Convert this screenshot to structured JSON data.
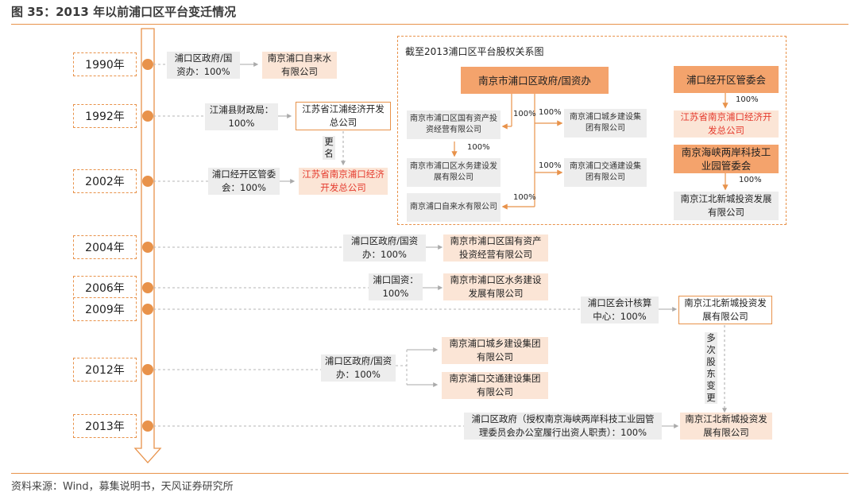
{
  "title": "图 35：2013 年以前浦口区平台变迁情况",
  "source": "资料来源：Wind，募集说明书，天风证券研究所",
  "colors": {
    "accent": "#e8924a",
    "highlight": "#e53b2e",
    "peach": "#fbe5d6",
    "grey": "#ededed",
    "orange_box": "#f4a36c"
  },
  "years": [
    "1990年",
    "1992年",
    "2002年",
    "2004年",
    "2006年",
    "2009年",
    "2012年",
    "2013年"
  ],
  "timeline": {
    "r1990": {
      "owner": "浦口区政府/国资办：100%",
      "company": "南京浦口自来水有限公司"
    },
    "r1992": {
      "owner": "江浦县财政局：100%",
      "company": "江苏省江浦经济开发总公司"
    },
    "rename": "更名",
    "r2002": {
      "owner": "浦口经开区管委会：100%",
      "company": "江苏省南京浦口经济开发总公司"
    },
    "r2004": {
      "owner": "浦口区政府/国资办：100%",
      "company": "南京市浦口区国有资产投资经营有限公司"
    },
    "r2006": {
      "owner": "浦口国资：100%",
      "company": "南京市浦口区水务建设发展有限公司"
    },
    "r2009": {
      "owner": "浦口区会计核算中心：100%",
      "company": "南京江北新城投资发展有限公司"
    },
    "r2012": {
      "owner": "浦口区政府/国资办：100%",
      "company_a": "南京浦口城乡建设集团有限公司",
      "company_b": "南京浦口交通建设集团有限公司"
    },
    "multi_change": "多次股东变更",
    "r2013": {
      "owner": "浦口区政府（授权南京海峡两岸科技工业园管理委员会办公室履行出资人职责）：100%",
      "company": "南京江北新城投资发展有限公司"
    }
  },
  "panel": {
    "title": "截至2013浦口区平台股权关系图",
    "gov": "南京市浦口区政府/国资办",
    "guoyou": "南京市浦口区国有资产投资经营有限公司",
    "shuiwu": "南京市浦口区水务建设发展有限公司",
    "zilaishui": "南京浦口自来水有限公司",
    "chengxiang": "南京浦口城乡建设集团有限公司",
    "jiaotong": "南京浦口交通建设集团有限公司",
    "kaifaqu": "浦口经开区管委会",
    "jingji": "江苏省南京浦口经济开发总公司",
    "haixia": "南京海峡两岸科技工业园管委会",
    "jiangbei": "南京江北新城投资发展有限公司",
    "pct": "100%"
  }
}
